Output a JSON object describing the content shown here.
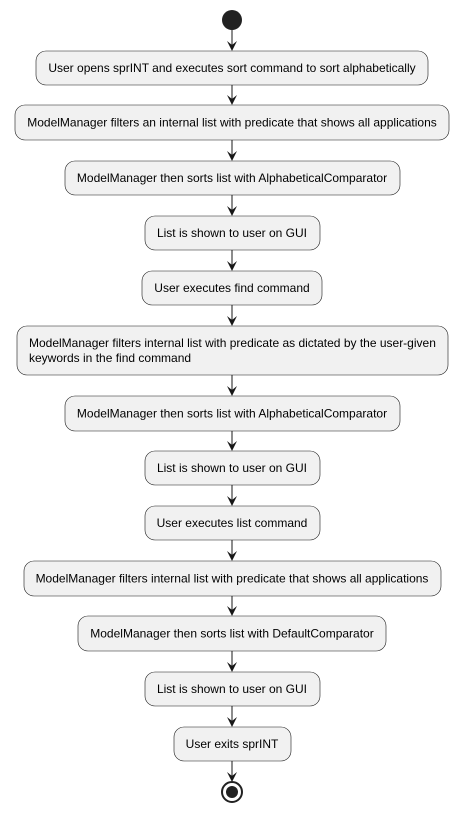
{
  "diagram": {
    "type": "activity",
    "colors": {
      "node_fill": "#f1f1f1",
      "node_border": "#181818",
      "arrow": "#181818",
      "start_end": "#222222"
    },
    "steps": [
      {
        "lines": [
          "User opens sprINT and executes sort command to sort alphabetically"
        ]
      },
      {
        "lines": [
          "ModelManager filters an internal list with predicate that shows all applications"
        ]
      },
      {
        "lines": [
          "ModelManager then sorts list with AlphabeticalComparator"
        ]
      },
      {
        "lines": [
          "List is shown to user on GUI"
        ]
      },
      {
        "lines": [
          "User executes find command"
        ]
      },
      {
        "lines": [
          "ModelManager filters internal list with predicate as dictated by the user-given",
          "keywords in the find command"
        ]
      },
      {
        "lines": [
          "ModelManager then sorts list with AlphabeticalComparator"
        ]
      },
      {
        "lines": [
          "List is shown to user on GUI"
        ]
      },
      {
        "lines": [
          "User executes list command"
        ]
      },
      {
        "lines": [
          "ModelManager filters internal list with predicate that shows all applications"
        ]
      },
      {
        "lines": [
          "ModelManager then sorts list with DefaultComparator"
        ]
      },
      {
        "lines": [
          "List is shown to user on GUI"
        ]
      },
      {
        "lines": [
          "User exits sprINT"
        ]
      }
    ]
  }
}
